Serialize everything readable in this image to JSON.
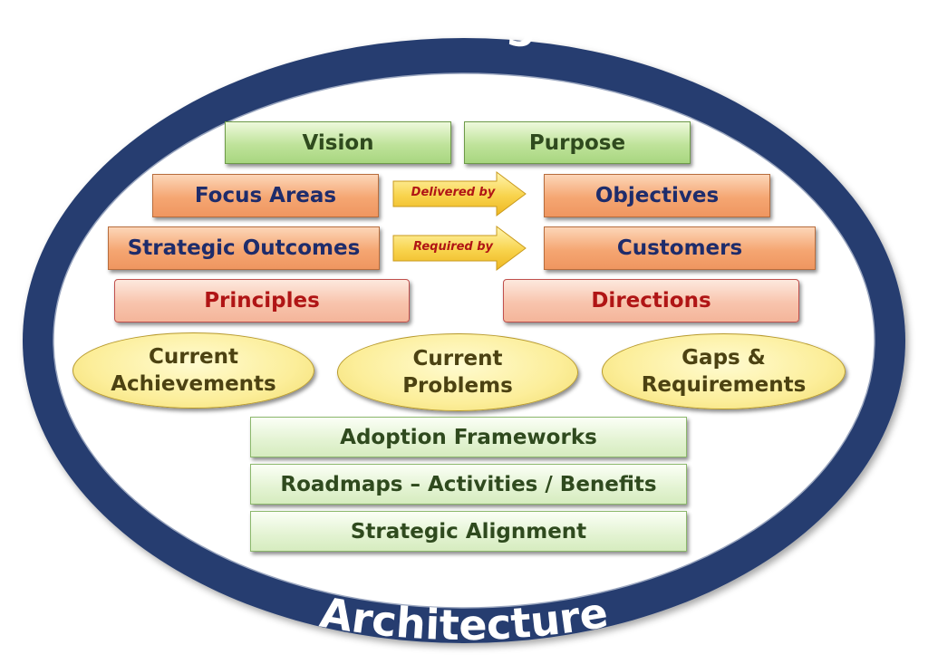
{
  "title": {
    "top": "Strategic",
    "bottom": "Architecture"
  },
  "row1": {
    "left": "Vision",
    "right": "Purpose"
  },
  "row2": {
    "left": "Focus Areas",
    "connector": "Delivered by",
    "right": "Objectives"
  },
  "row3": {
    "left": "Strategic Outcomes",
    "connector": "Required by",
    "right": "Customers"
  },
  "row4": {
    "left": "Principles",
    "right": "Directions"
  },
  "ovals": {
    "current_achievements": [
      "Current",
      "Achievements"
    ],
    "current_problems": [
      "Current",
      "Problems"
    ],
    "gaps_requirements": [
      "Gaps &",
      "Requirements"
    ]
  },
  "stack": {
    "adoption": "Adoption Frameworks",
    "roadmaps": "Roadmaps – Activities / Benefits",
    "alignment": "Strategic Alignment"
  },
  "colors": {
    "ring": "#253d70",
    "ring_text": "#ffffff"
  }
}
